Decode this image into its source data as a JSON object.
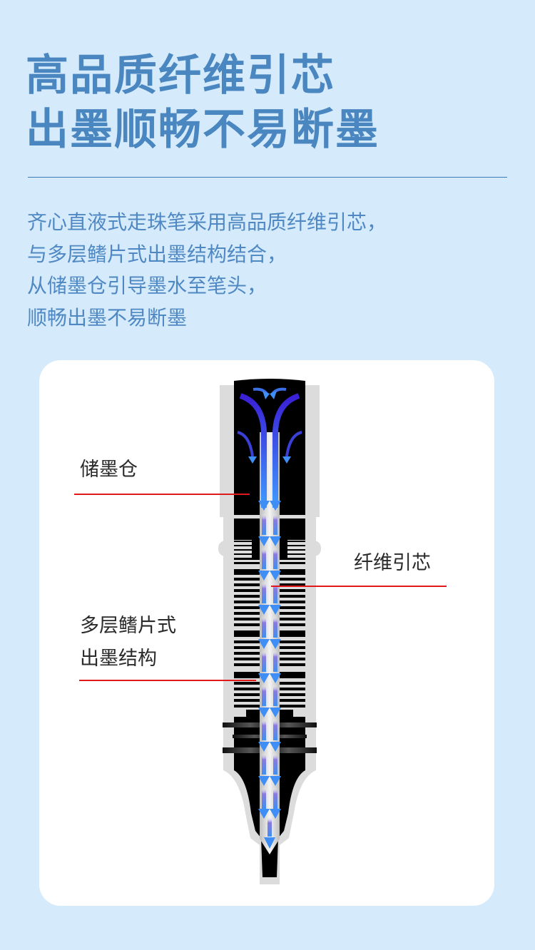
{
  "header": {
    "title_lines": [
      "高品质纤维引芯",
      "出墨顺畅不易断墨"
    ]
  },
  "description": {
    "lines": [
      "齐心直液式走珠笔采用高品质纤维引芯，",
      "与多层鳍片式出墨结构结合，",
      "从储墨仓引导墨水至笔头，",
      "顺畅出墨不易断墨"
    ]
  },
  "diagram": {
    "labels": {
      "ink_reservoir": "储墨仓",
      "fiber_core": "纤维引芯",
      "fin_structure_line1": "多层鳍片式",
      "fin_structure_line2": "出墨结构"
    },
    "colors": {
      "leader_line": "#e01a1a",
      "arrow_blue": "#3f8ef5",
      "arrow_violet": "#3a1fd6",
      "pen_body": "#000000",
      "pen_shell": "#dcdcdc"
    }
  },
  "colors": {
    "background": "#d5ebfb",
    "title": "#4a86c0",
    "divider": "#3b7cb5",
    "card": "#ffffff"
  }
}
